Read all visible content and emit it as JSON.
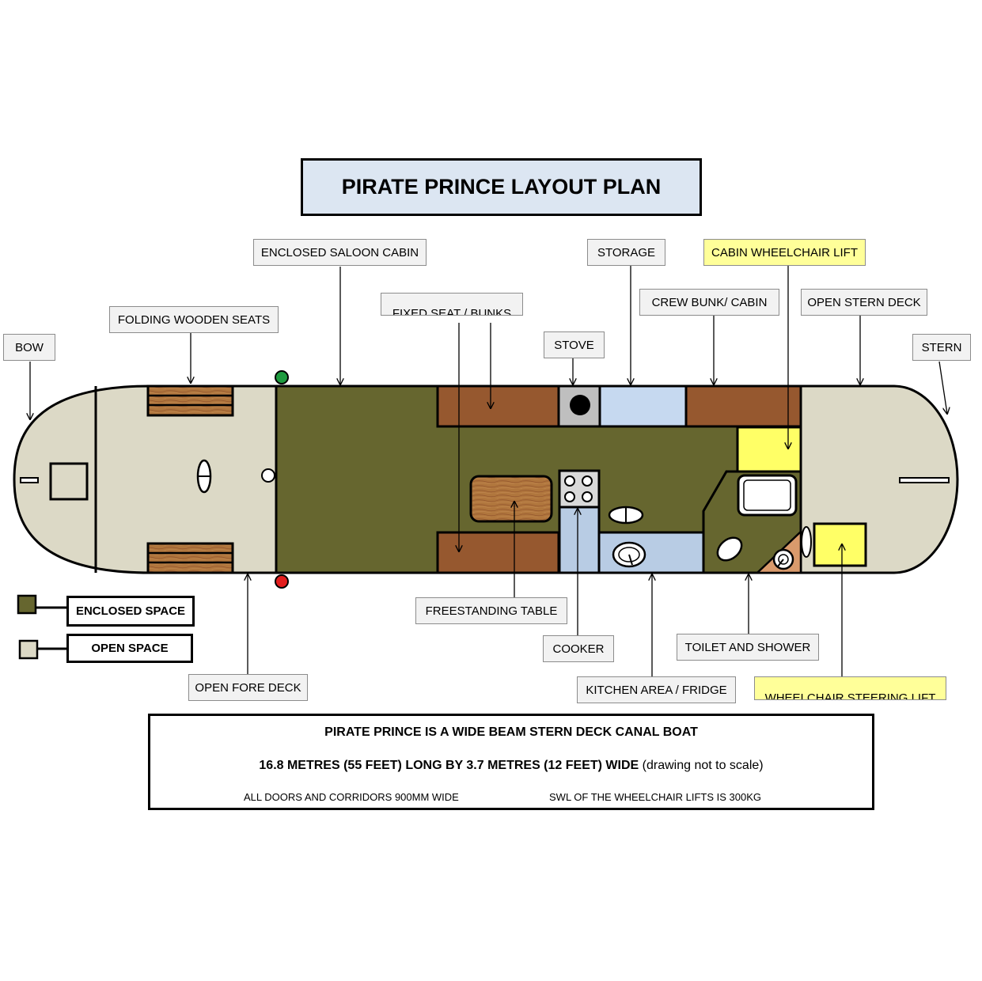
{
  "title": "PIRATE PRINCE LAYOUT PLAN",
  "callouts": {
    "bow": "BOW",
    "folding_seats": "FOLDING WOODEN SEATS",
    "saloon": "ENCLOSED SALOON CABIN",
    "fixed_seat": "FIXED SEAT / BUNKS",
    "stove": "STOVE",
    "storage": "STORAGE",
    "crew_bunk": "CREW BUNK/ CABIN",
    "cabin_lift": "CABIN WHEELCHAIR LIFT",
    "open_stern": "OPEN STERN DECK",
    "stern": "STERN",
    "table": "FREESTANDING TABLE",
    "cooker": "COOKER",
    "toilet": "TOILET AND SHOWER",
    "kitchen": "KITCHEN AREA / FRIDGE",
    "steering_lift": "WHEELCHAIR STEERING LIFT",
    "fore_deck": "OPEN FORE DECK"
  },
  "legend": {
    "enclosed": "ENCLOSED SPACE",
    "open": "OPEN SPACE"
  },
  "info": {
    "line1": "PIRATE PRINCE IS A WIDE BEAM STERN DECK CANAL BOAT",
    "line2_bold": "16.8 METRES (55 FEET) LONG BY 3.7 METRES (12 FEET) WIDE",
    "line2_normal": " (drawing not to scale)",
    "doors": "ALL DOORS AND CORRIDORS 900MM WIDE",
    "swl": "SWL OF THE WHEELCHAIR LIFTS IS 300KG"
  },
  "colors": {
    "enclosed": "#66662f",
    "open": "#dcd9c6",
    "wood": "#96582f",
    "kitchen": "#b8cce4",
    "lift": "#ffff66",
    "title_bg": "#dce6f2",
    "starboard_light": "#1e9b3f",
    "port_light": "#e31e1e"
  }
}
